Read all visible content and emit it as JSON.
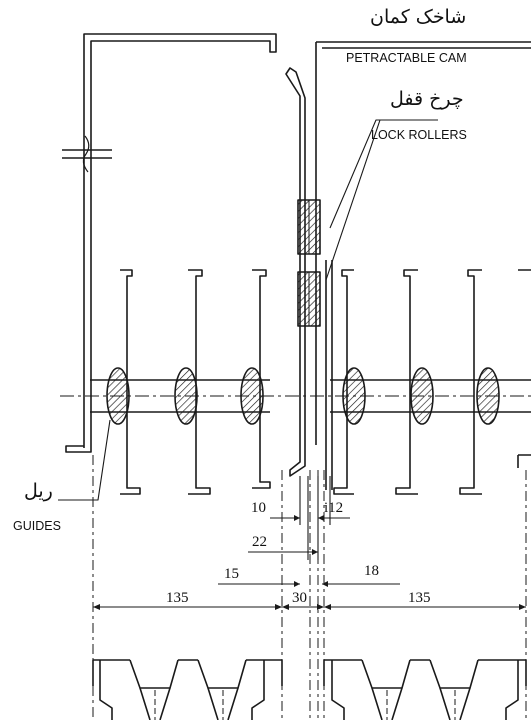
{
  "labels": {
    "cam_fa": "شاخک کمان",
    "cam_en": "PETRACTABLE CAM",
    "rollers_fa": "چرخ قفل",
    "rollers_en": "LOCK ROLLERS",
    "guides_fa": "ریل",
    "guides_en": "GUIDES"
  },
  "dimensions": {
    "d10": "10",
    "d12": "i12",
    "d22": "22",
    "d15": "15",
    "d18": "18",
    "d135_left": "135",
    "d30": "30",
    "d135_right": "135"
  },
  "colors": {
    "line": "#1a1a1a",
    "background": "#ffffff"
  }
}
